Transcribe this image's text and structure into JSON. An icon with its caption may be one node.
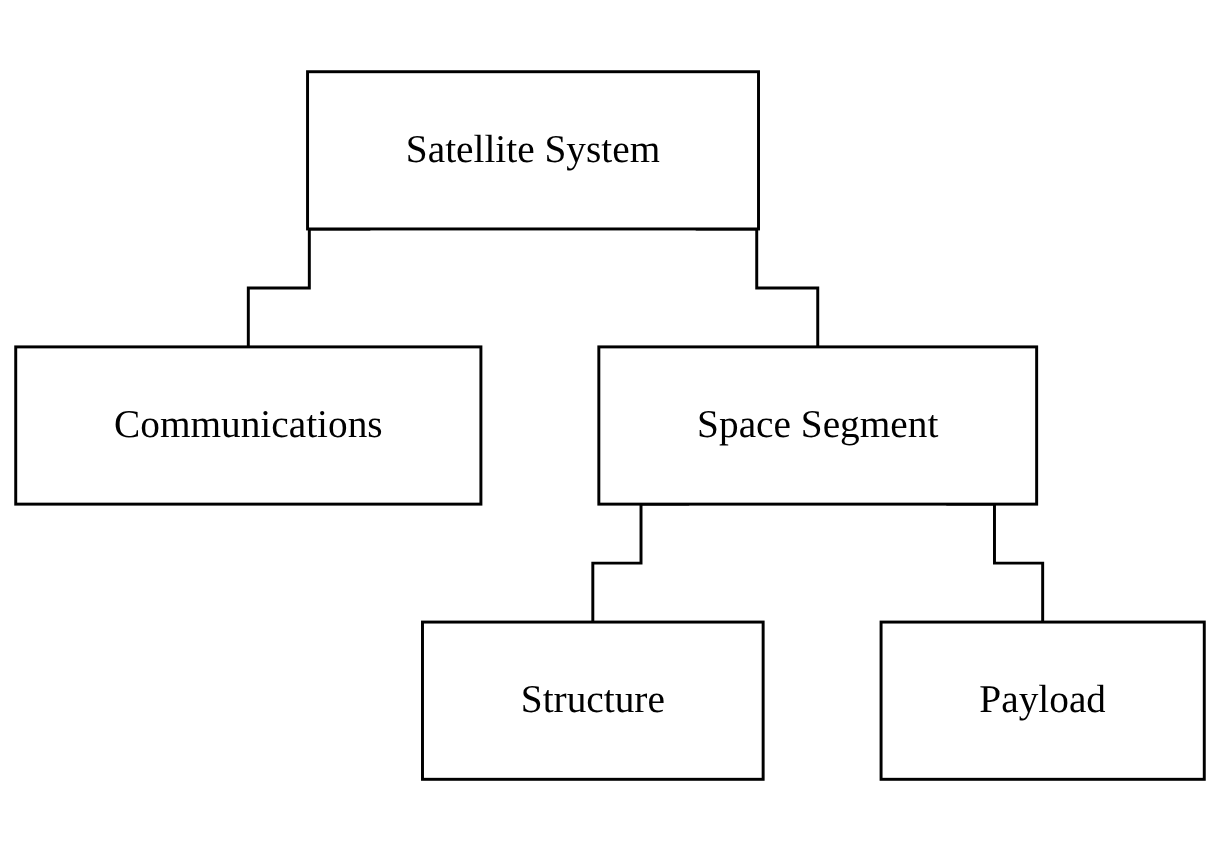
{
  "diagram": {
    "nodes": [
      {
        "text": [
          "Satellite System"
        ]
      },
      {
        "text": [
          "Communications"
        ]
      },
      {
        "text": [
          "Space Segment"
        ]
      },
      {
        "text": [
          "Structure"
        ]
      },
      {
        "text": [
          "Payload"
        ]
      }
    ],
    "edges": [
      {
        "from": 0,
        "to": 1,
        "arrow": "none"
      },
      {
        "from": 0,
        "to": 2,
        "arrow": "none"
      },
      {
        "from": 2,
        "to": 3,
        "arrow": "none"
      },
      {
        "from": 2,
        "to": 4,
        "arrow": "none"
      }
    ]
  }
}
